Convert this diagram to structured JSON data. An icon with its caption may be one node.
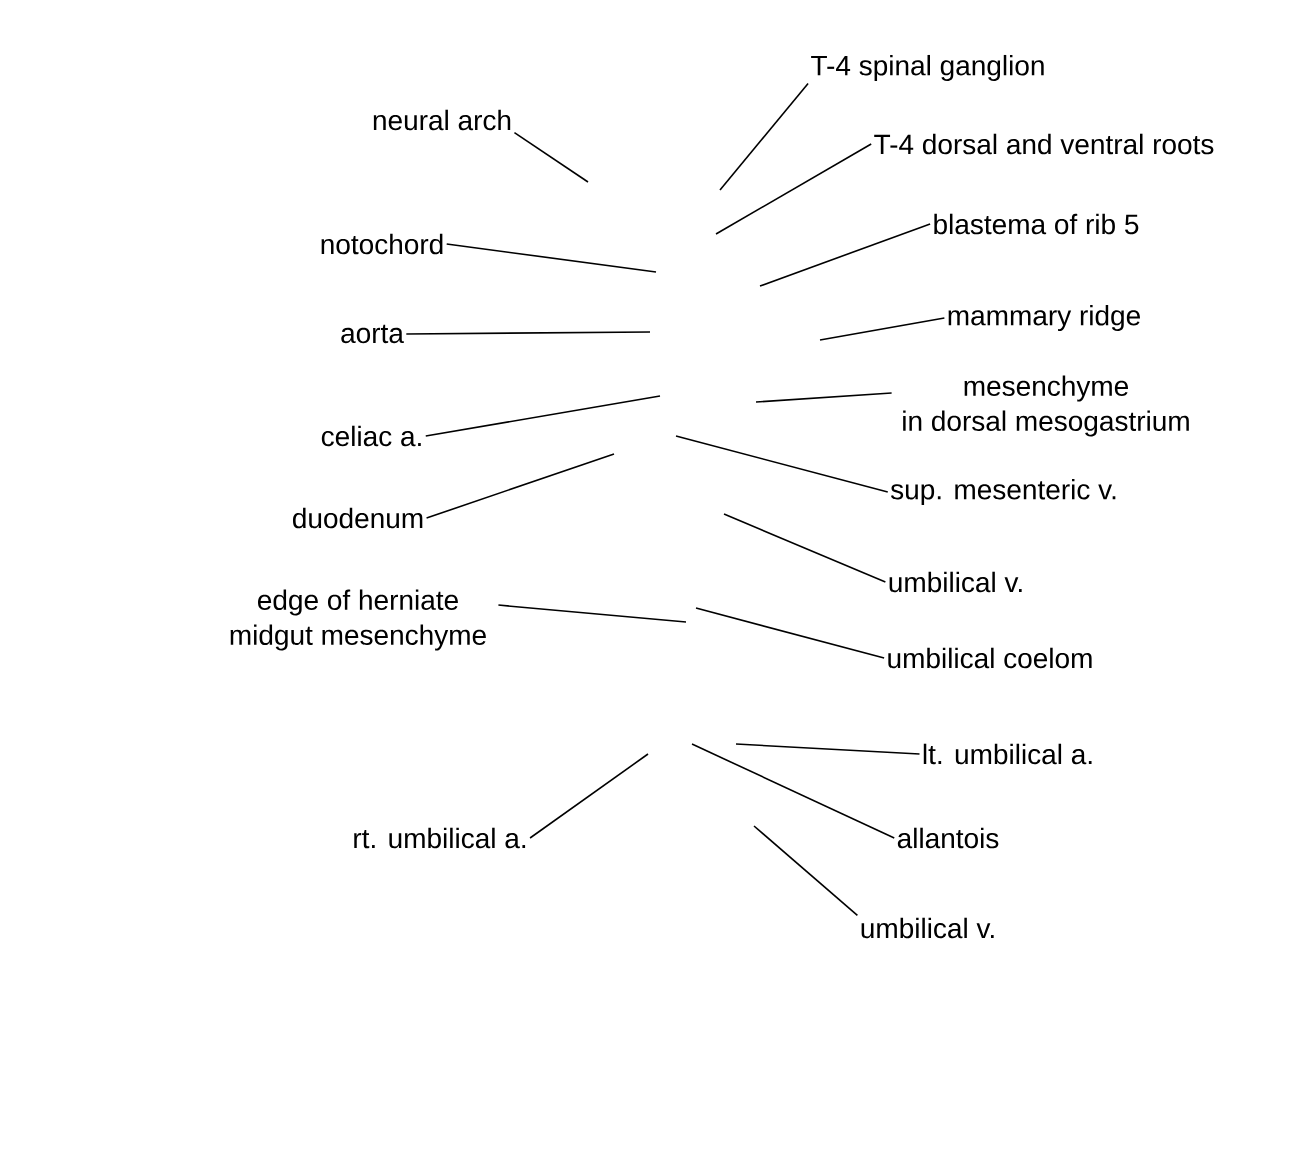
{
  "diagram": {
    "nodes": [
      {
        "text": [
          "T-4 spinal ganglion"
        ]
      },
      {
        "text": [
          "neural arch"
        ]
      },
      {
        "text": [
          "T-4 dorsal and ventral roots"
        ]
      },
      {
        "text": [
          "blastema of rib 5"
        ]
      },
      {
        "text": [
          "notochord"
        ]
      },
      {
        "text": [
          "mammary ridge"
        ]
      },
      {
        "text": [
          "aorta"
        ]
      },
      {
        "text": [
          "mesenchyme in dorsal mesogastrium"
        ]
      },
      {
        "text": [
          "celiac a."
        ]
      },
      {
        "text": [
          "sup. mesenteric v."
        ]
      },
      {
        "text": [
          "duodenum"
        ]
      },
      {
        "text": [
          "umbilical v."
        ]
      },
      {
        "text": [
          "edge of herniate midgut mesenchyme"
        ]
      },
      {
        "text": [
          "umbilical coelom"
        ]
      },
      {
        "text": [
          "lt. umbilical a."
        ]
      },
      {
        "text": [
          "rt. umbilical a."
        ]
      },
      {
        "text": [
          "allantois"
        ]
      },
      {
        "text": [
          "umbilical v."
        ]
      }
    ],
    "edges": [
      {
        "from": 0,
        "to": null,
        "arrow": "none"
      },
      {
        "from": 1,
        "to": null,
        "arrow": "none"
      },
      {
        "from": 2,
        "to": null,
        "arrow": "none"
      },
      {
        "from": 3,
        "to": null,
        "arrow": "none"
      },
      {
        "from": 4,
        "to": null,
        "arrow": "none"
      },
      {
        "from": 5,
        "to": null,
        "arrow": "none"
      },
      {
        "from": 6,
        "to": null,
        "arrow": "none"
      },
      {
        "from": 7,
        "to": null,
        "arrow": "none"
      },
      {
        "from": 8,
        "to": null,
        "arrow": "none"
      },
      {
        "from": 9,
        "to": null,
        "arrow": "none"
      },
      {
        "from": 10,
        "to": null,
        "arrow": "none"
      },
      {
        "from": 11,
        "to": null,
        "arrow": "none"
      },
      {
        "from": 12,
        "to": null,
        "arrow": "none"
      },
      {
        "from": 13,
        "to": null,
        "arrow": "none"
      },
      {
        "from": 14,
        "to": null,
        "arrow": "none"
      },
      {
        "from": 15,
        "to": null,
        "arrow": "none"
      },
      {
        "from": 16,
        "to": null,
        "arrow": "none"
      },
      {
        "from": 17,
        "to": null,
        "arrow": "none"
      }
    ]
  }
}
